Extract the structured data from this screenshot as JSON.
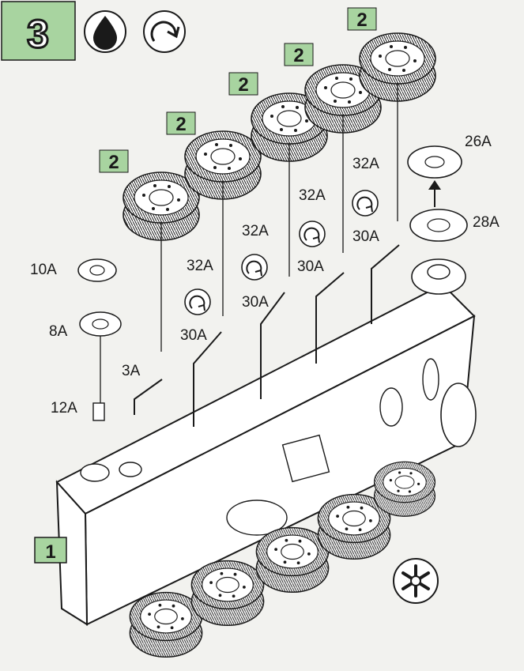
{
  "step": {
    "number": "3",
    "sub_number": "1"
  },
  "icons": [
    "glue-drop-icon",
    "rotate-icon",
    "asterisk-icon"
  ],
  "wheels": [
    {
      "qty": "2",
      "rotate_label": "",
      "upper_label": "",
      "lower_label": "3A"
    },
    {
      "qty": "2",
      "rotate_label": "32A",
      "upper_label": "",
      "lower_label": "30A"
    },
    {
      "qty": "2",
      "rotate_label": "32A",
      "upper_label": "",
      "lower_label": "30A"
    },
    {
      "qty": "2",
      "rotate_label": "32A",
      "upper_label": "",
      "lower_label": "30A"
    },
    {
      "qty": "2",
      "rotate_label": "32A",
      "upper_label": "",
      "lower_label": "30A"
    }
  ],
  "parts": {
    "p10a": "10A",
    "p8a": "8A",
    "p12a": "12A",
    "p26a": "26A",
    "p28a": "28A"
  },
  "colors": {
    "accent": "#a8d4a0",
    "ink": "#1a1a1a",
    "paper": "#f2f2ef"
  }
}
